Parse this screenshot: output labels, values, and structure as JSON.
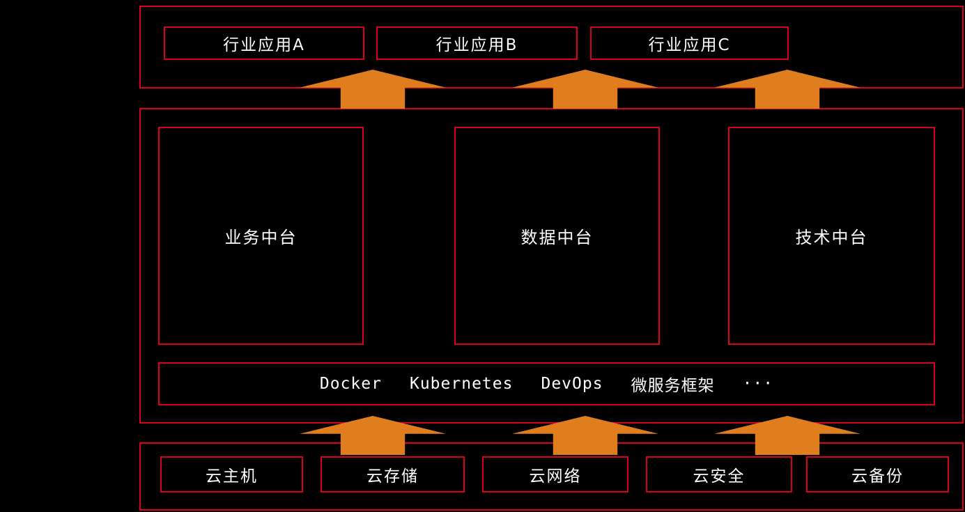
{
  "colors": {
    "background": "#000000",
    "border": "#d9001b",
    "text": "#ffffff",
    "arrow": "#e07d1f"
  },
  "application_layer": {
    "items": [
      {
        "label": "行业应用A"
      },
      {
        "label": "行业应用B"
      },
      {
        "label": "行业应用C"
      }
    ]
  },
  "platform_layer": {
    "platforms": [
      {
        "label": "业务中台"
      },
      {
        "label": "数据中台"
      },
      {
        "label": "技术中台"
      }
    ],
    "tech_items": [
      "Docker",
      "Kubernetes",
      "DevOps",
      "微服务框架",
      "···"
    ]
  },
  "cloud_layer": {
    "items": [
      {
        "label": "云主机"
      },
      {
        "label": "云存储"
      },
      {
        "label": "云网络"
      },
      {
        "label": "云安全"
      },
      {
        "label": "云备份"
      }
    ]
  }
}
